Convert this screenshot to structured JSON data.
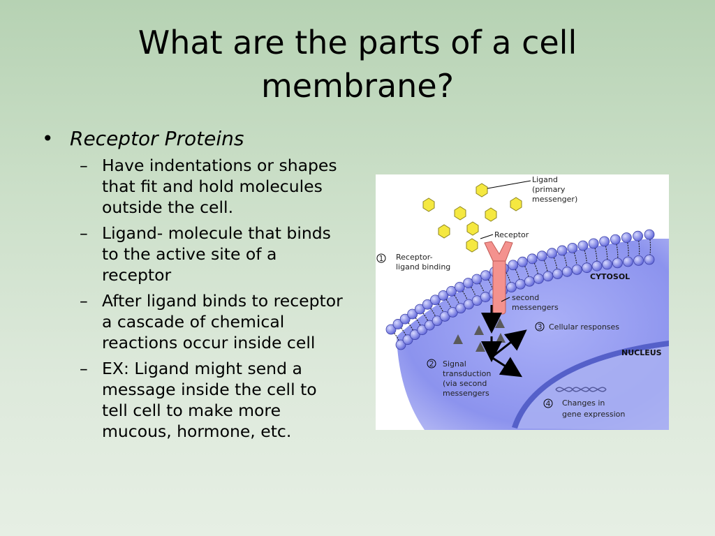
{
  "slide": {
    "title": "What are the parts of a cell membrane?",
    "bullet": {
      "marker": "•",
      "text": "Receptor Proteins"
    },
    "sub_marker": "–",
    "sub_bullets": [
      "Have indentations or shapes that fit and hold molecules outside the cell.",
      "Ligand- molecule that binds to the active site of a receptor",
      "After ligand binds to receptor a cascade of chemical reactions occur inside cell",
      "EX:  Ligand might send a message inside the cell to tell cell to make more mucous, hormone, etc."
    ]
  },
  "figure": {
    "ligand_label": [
      "Ligand",
      "(primary",
      "messenger)"
    ],
    "receptor_label": "Receptor",
    "step1": {
      "num": "1",
      "lines": [
        "Receptor-",
        "ligand binding"
      ]
    },
    "cytosol_label": "CYTOSOL",
    "second_messengers_label": [
      "second",
      "messengers"
    ],
    "step3": {
      "num": "3",
      "text": "Cellular responses"
    },
    "nucleus_label": "NUCLEUS",
    "step2": {
      "num": "2",
      "lines": [
        "Signal",
        "transduction",
        "(via second",
        "messengers"
      ]
    },
    "step4": {
      "num": "4",
      "lines": [
        "Changes in",
        "gene expression"
      ]
    },
    "colors": {
      "membrane_head": "#6f74e8",
      "cytosol": "#8c93ee",
      "receptor": "#f4928e",
      "ligand": "#f5e840",
      "nucleus": "#6f7ad8"
    }
  }
}
